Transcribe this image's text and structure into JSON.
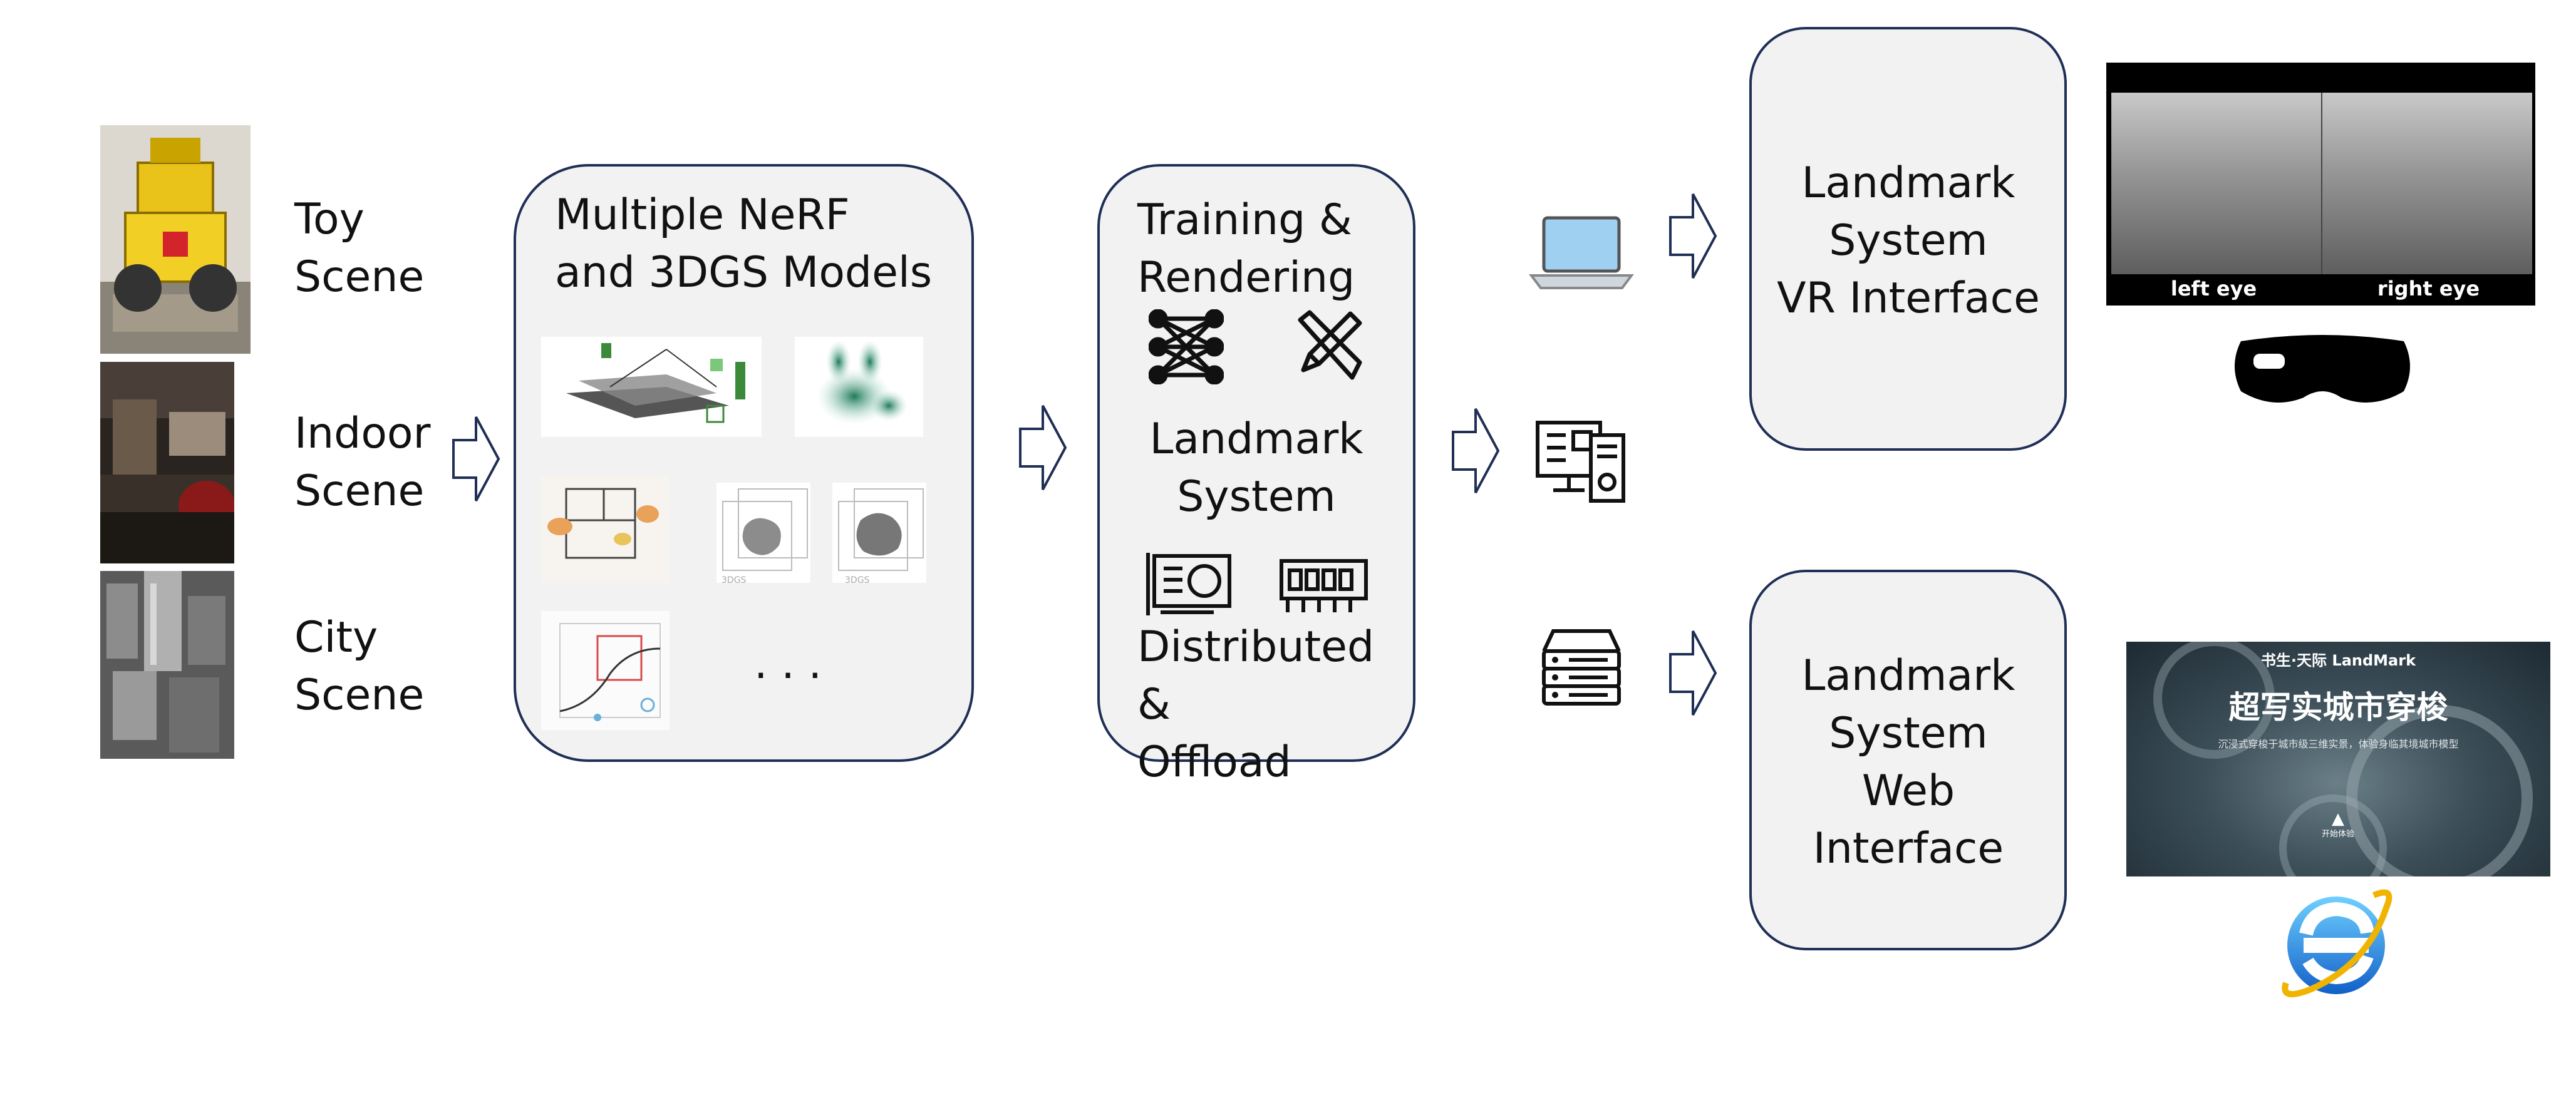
{
  "scenes": [
    {
      "line1": "Toy",
      "line2": "Scene"
    },
    {
      "line1": "Indoor",
      "line2": "Scene"
    },
    {
      "line1": "City",
      "line2": "Scene"
    }
  ],
  "models_box": {
    "line1": "Multiple NeRF",
    "line2": "and 3DGS Models",
    "ellipsis": ". . .",
    "small1": "3DGS",
    "small2": "3DGS"
  },
  "training_box": {
    "line1": "Training &",
    "line2": "Rendering",
    "line3": "Landmark",
    "line4": "System",
    "line5": "Distributed &",
    "line6": "Offload"
  },
  "vr_box": {
    "line1": "Landmark",
    "line2": "System",
    "line3": "VR Interface"
  },
  "web_box": {
    "line1": "Landmark",
    "line2": "System",
    "line3": "Web",
    "line4": "Interface"
  },
  "vr_preview": {
    "left_label": "left eye",
    "right_label": "right eye"
  },
  "web_preview": {
    "brand": "书生·天际 LandMark",
    "headline": "超写实城市穿梭",
    "subtitle": "沉浸式穿梭于城市级三维实景，体验身临其境城市模型",
    "button": "开始体验"
  },
  "colors": {
    "box_border": "#1f2f55",
    "box_fill": "#f2f2f2",
    "arrow": "#1f2f55"
  }
}
